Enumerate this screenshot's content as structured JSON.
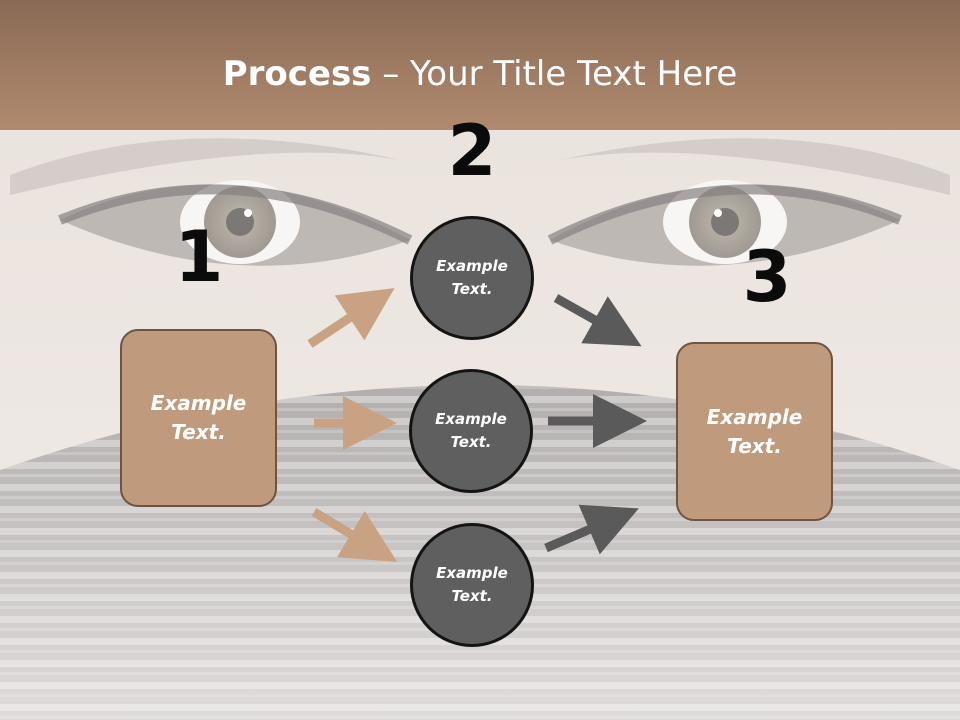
{
  "title": {
    "bold": "Process",
    "rest": " – Your Title Text Here"
  },
  "steps": {
    "one": "1",
    "two": "2",
    "three": "3"
  },
  "boxes": {
    "left": "Example\nText.",
    "right": "Example\nText."
  },
  "circles": {
    "top": "Example\nText.",
    "middle": "Example\nText.",
    "bottom": "Example\nText."
  },
  "colors": {
    "accent": "#c09a7c",
    "circle_fill": "#5f5f5f",
    "dark_arrow": "#5a5a5a",
    "light_arrow": "#c9a183"
  }
}
